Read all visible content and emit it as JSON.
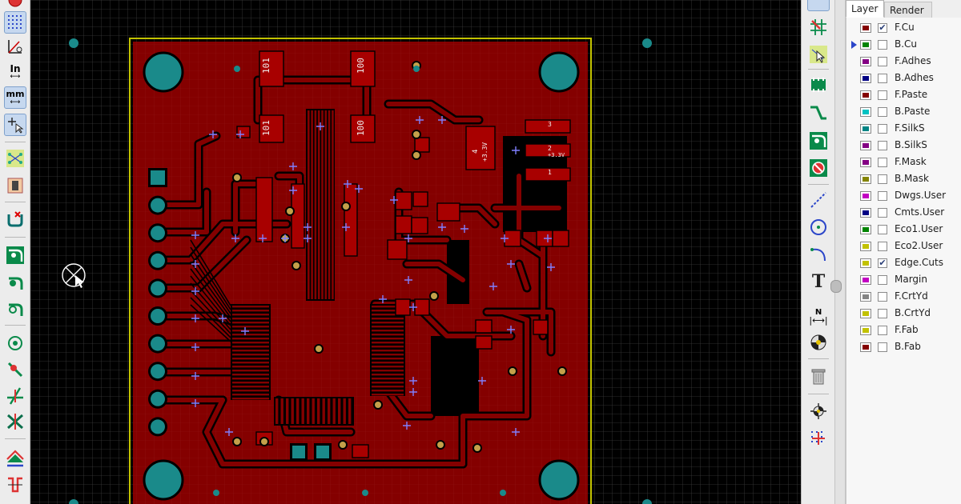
{
  "layer_panel": {
    "tabs": [
      {
        "label": "Layer",
        "selected": true
      },
      {
        "label": "Render",
        "selected": false
      }
    ],
    "active_layer": "B.Cu",
    "layers": [
      {
        "name": "F.Cu",
        "color": "#840000",
        "checked": true
      },
      {
        "name": "B.Cu",
        "color": "#008400",
        "checked": false
      },
      {
        "name": "F.Adhes",
        "color": "#840084",
        "checked": false
      },
      {
        "name": "B.Adhes",
        "color": "#000084",
        "checked": false
      },
      {
        "name": "F.Paste",
        "color": "#840000",
        "checked": false
      },
      {
        "name": "B.Paste",
        "color": "#00c2c2",
        "checked": false
      },
      {
        "name": "F.SilkS",
        "color": "#008484",
        "checked": false
      },
      {
        "name": "B.SilkS",
        "color": "#840084",
        "checked": false
      },
      {
        "name": "F.Mask",
        "color": "#840084",
        "checked": false
      },
      {
        "name": "B.Mask",
        "color": "#848400",
        "checked": false
      },
      {
        "name": "Dwgs.User",
        "color": "#c200c2",
        "checked": false
      },
      {
        "name": "Cmts.User",
        "color": "#000084",
        "checked": false
      },
      {
        "name": "Eco1.User",
        "color": "#008400",
        "checked": false
      },
      {
        "name": "Eco2.User",
        "color": "#c2c200",
        "checked": false
      },
      {
        "name": "Edge.Cuts",
        "color": "#c2c200",
        "checked": true
      },
      {
        "name": "Margin",
        "color": "#c200c2",
        "checked": false
      },
      {
        "name": "F.CrtYd",
        "color": "#848484",
        "checked": false
      },
      {
        "name": "B.CrtYd",
        "color": "#c2c200",
        "checked": false
      },
      {
        "name": "F.Fab",
        "color": "#c2c200",
        "checked": false
      },
      {
        "name": "B.Fab",
        "color": "#840000",
        "checked": false
      }
    ]
  },
  "left_toolbar": {
    "units_inch_label": "In",
    "units_mm_label": "mm"
  },
  "right_toolbar": {
    "text_tool_label": "T",
    "dimension_label": "N"
  },
  "board": {
    "colors": {
      "copper": "#840000",
      "copper_dark": "#5e0000",
      "edge_cuts": "#c2c200",
      "pad": "#1a8a8a",
      "via": "#c4a04a",
      "silk": "#f0f0f0",
      "cursor_marker": "#8080ff"
    },
    "silk_labels": {
      "r101_top": "101",
      "r100_top": "100",
      "r101_bottom": "101",
      "r100_bottom": "100",
      "pin4": "4",
      "pin4_net": "+3.3V",
      "pin3": "3",
      "pin2": "2",
      "pin2_net": "+3.3V",
      "pin1": "1"
    }
  }
}
